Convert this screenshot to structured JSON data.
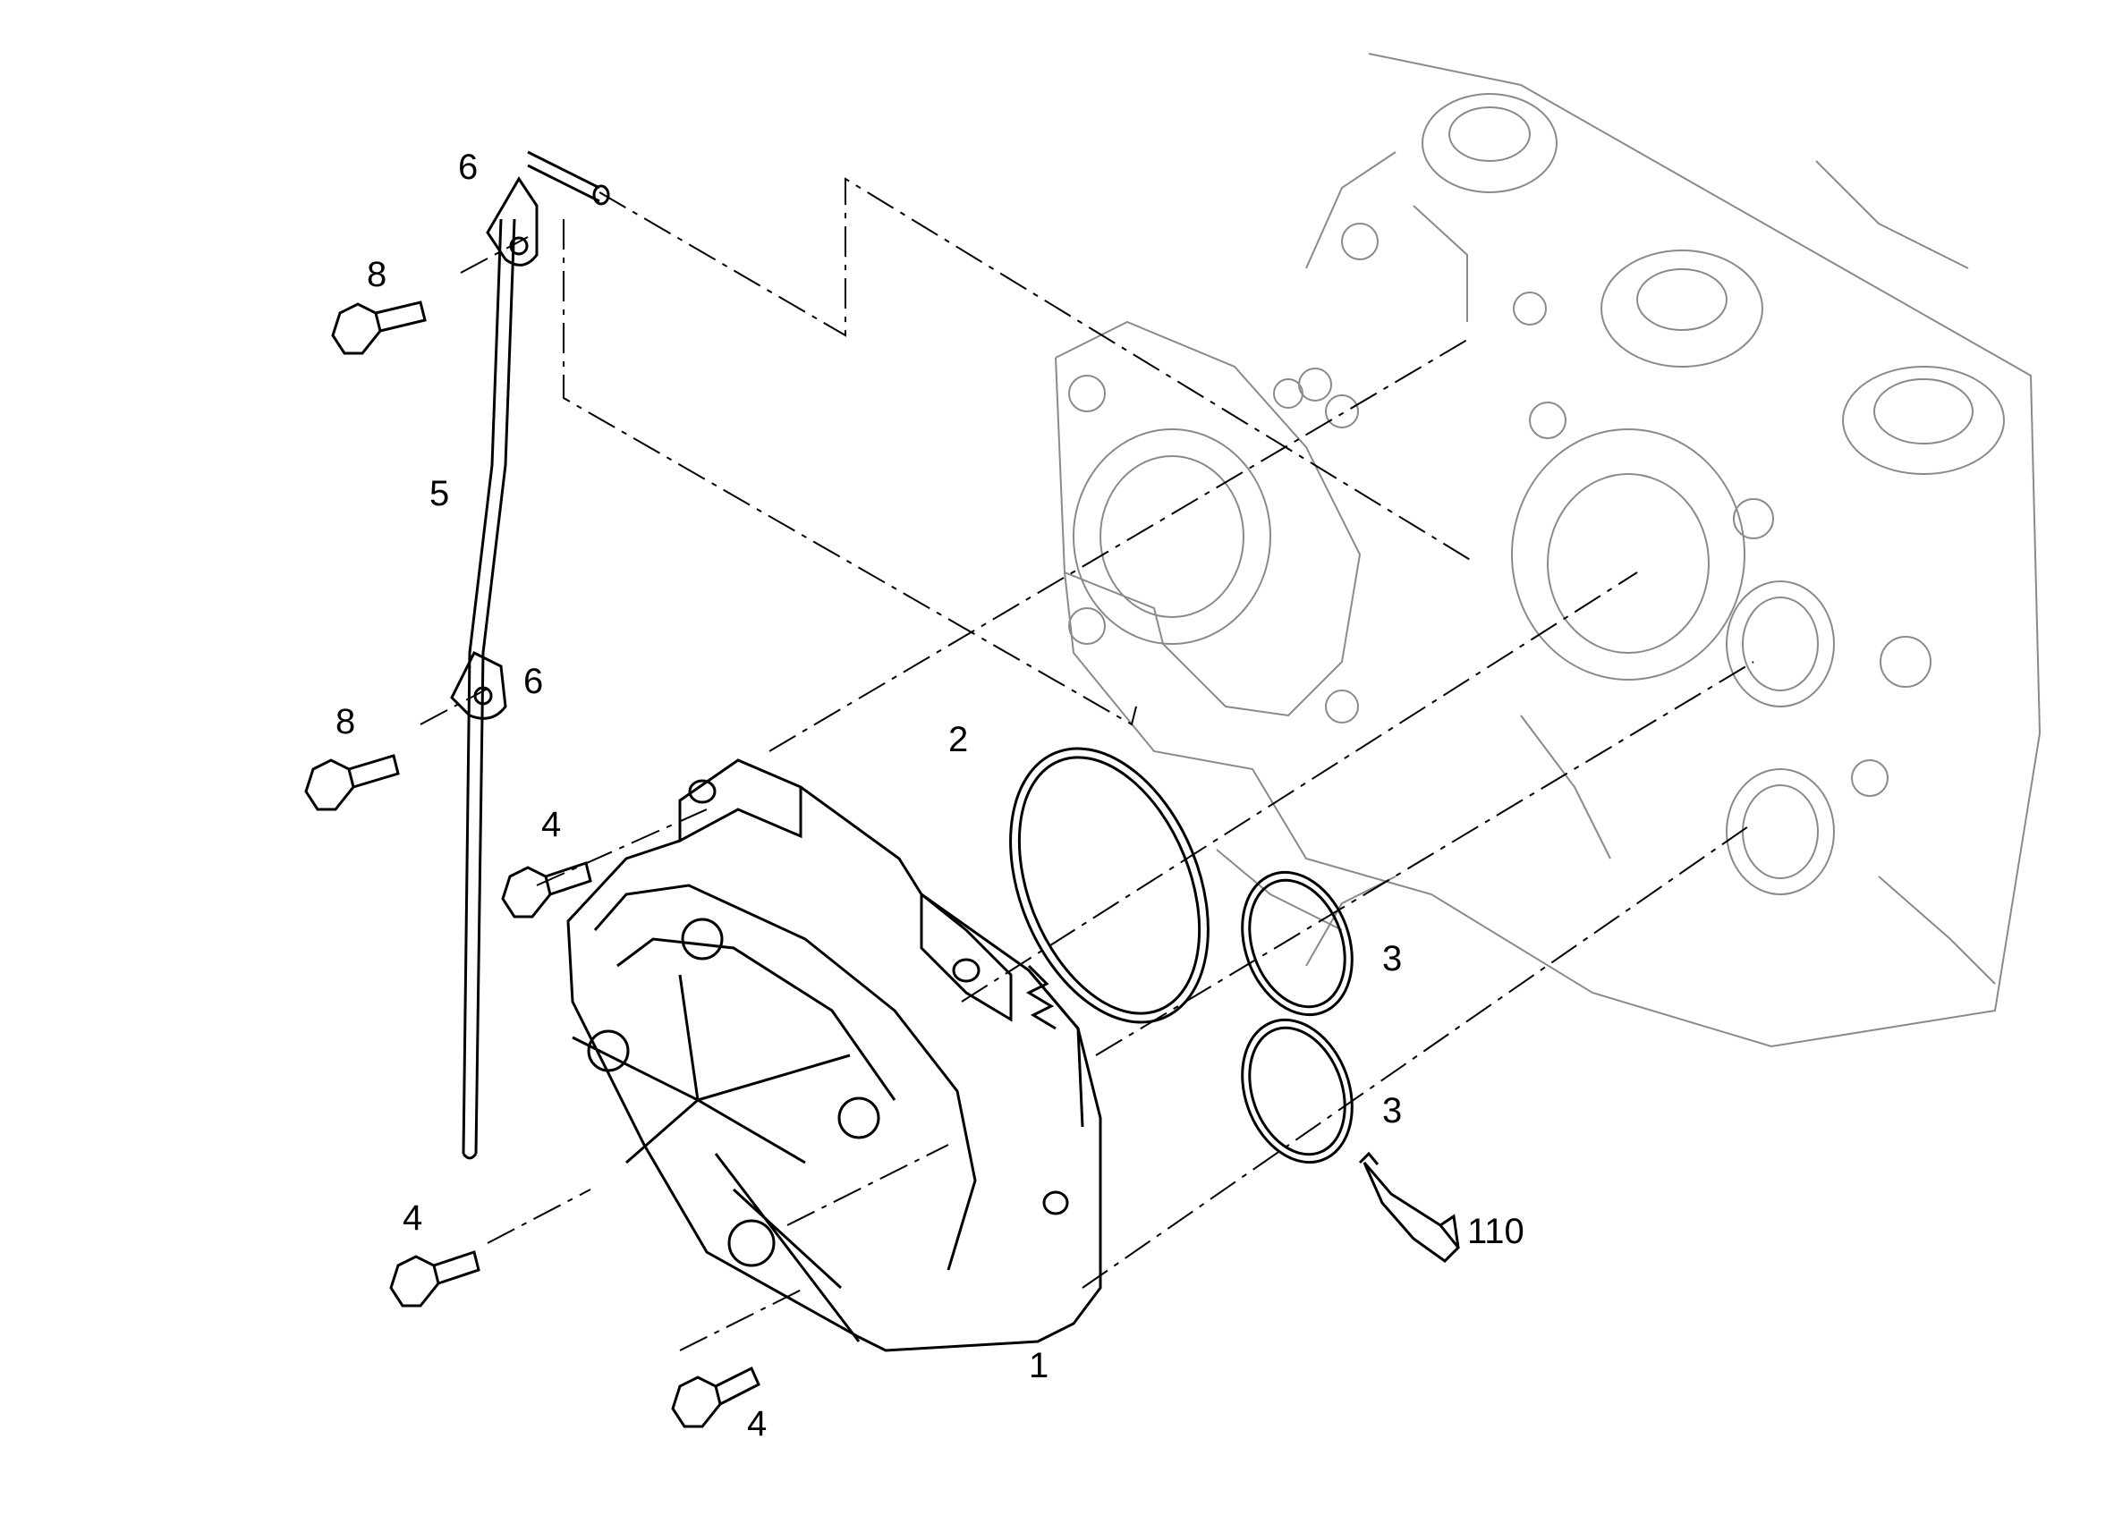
{
  "diagram": {
    "callouts": {
      "cover": "1",
      "large_seal": "2",
      "small_seal_upper": "3",
      "small_seal_lower": "3",
      "screw_upper_left": "4",
      "screw_mid_left": "4",
      "screw_lower": "4",
      "dipstick_tube": "5",
      "clamp_upper": "6",
      "clamp_lower": "6",
      "bolt_upper": "8",
      "bolt_lower": "8",
      "sealant": "110"
    },
    "icons": [
      "hex-bolt-icon",
      "o-ring-icon",
      "sealant-tube-icon",
      "engine-block-icon",
      "timing-cover-icon",
      "dipstick-tube-icon",
      "clamp-icon"
    ]
  }
}
